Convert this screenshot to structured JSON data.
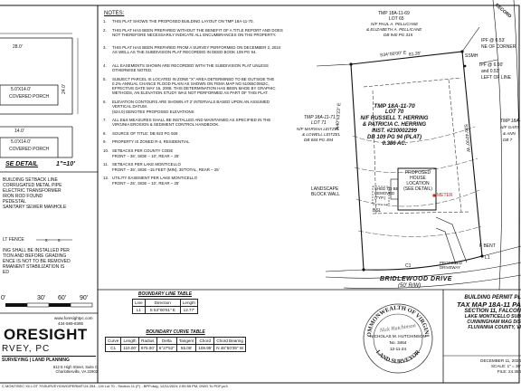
{
  "notes": {
    "title": "NOTES:",
    "items": [
      {
        "num": "1.",
        "text": "THIS PLAT SHOWS THE PROPOSED BUILDING LAYOUT ON TMP 18A-11-70."
      },
      {
        "num": "2.",
        "text": "THIS PLAT HAS BEEN PREPARED WITHOUT THE BENEFIT OF A TITLE REPORT AND DOES NOT THEREFORE NECESSARILY INDICATE ALL ENCUMBRANCES ON THE PROPERTY."
      },
      {
        "num": "3.",
        "text": "THIS PLAT HAS BEEN PREPARED FROM A SURVEY PERFORMED ON DECEMBER 2, 2024 AS WELL AS THE SUBDIVISION PLAT RECORDED IN DEED BOOK 109 PG 94."
      },
      {
        "num": "4.",
        "text": "ALL EASEMENTS SHOWN ARE RECORDED WITH THE SUBDIVISION PLAT UNLESS OTHERWISE NOTED."
      },
      {
        "num": "5.",
        "text": "SUBJECT PARCEL IS LOCATED IN ZONE \"X\" AREA DETERMINED TO BE OUTSIDE THE 0.2% ANNUAL CHANCE FLOOD PLAIN AS SHOWN ON FEMA MAP NO 51065C0062C, EFFECTIVE DATE MAY 16, 2008. THIS DETERMINATION HAS BEEN MADE BY GRAPHIC METHODS, AN ELEVATION STUDY WAS NOT PERFORMED AS PART OF THIS PLAT."
      },
      {
        "num": "6.",
        "text": "ELEVATION CONTOURS ARE SHOWN AT 2' INTERVALS BASED UPON AN ASSUMED VERTICAL DATUM."
      },
      {
        "num": "",
        "text": "(624.0) DENOTES PROPOSED ELEVATIONS"
      },
      {
        "num": "7.",
        "text": "ALL E&S MEASURES SHALL BE INSTALLED AND MAINTAINED AS SPECIFIED IN THE VIRGINIA EROSION & SEDIMENT CONTROL HANDBOOK."
      },
      {
        "num": "8.",
        "text": "SOURCE OF TITLE: DB 923 PG 928"
      },
      {
        "num": "9.",
        "text": "PROPERTY IS ZONED R-4, RESIDENTIAL"
      },
      {
        "num": "10.",
        "text": "SETBACKS PER COUNTY CODE"
      },
      {
        "num": "",
        "text": "FRONT – 35', SIDE – 10', REAR – 25'"
      },
      {
        "num": "11.",
        "text": "SETBACKS PER LAKE MONTICELLO"
      },
      {
        "num": "",
        "text": "FRONT – 35', SIDE –15 FEET (MIN), 35'TOTAL, REAR – 25'"
      },
      {
        "num": "12.",
        "text": "UTILITY EASEMENT PER LAKE MONTICELLO"
      },
      {
        "num": "",
        "text": "FRONT – 25', SIDE – 10', REAR – 25'"
      }
    ]
  },
  "detail": {
    "dim_top": "28.0'",
    "dim_side": "24.0'",
    "porch1": "5.0'X14.0'",
    "porch1_label": "COVERED PORCH",
    "dim_bottom": "14.0'",
    "porch2": "5.0'X14.0'",
    "porch2_label": "COVERED PORCH",
    "title": "SE DETAIL",
    "scale": "1\"=10'"
  },
  "legend": {
    "items": [
      "BUILDING SETBACK LINE",
      "CORRUGATED METAL PIPE",
      "ELECTRIC TRANSFORMER",
      "IRON ROD FOUND",
      "PEDESTAL",
      "SANITARY SEWER MANHOLE"
    ],
    "fence": "LT FENCE",
    "note_lines": [
      "ING SHALL BE INSTALLED PER",
      "TION AND BEFORE GRADING",
      "ENCE IS NOT TO BE REMOVED",
      "RMANENT STABILIZATION IS",
      "ED"
    ]
  },
  "scalebar": {
    "labels": [
      "0'",
      "30'",
      "60'",
      "90'"
    ]
  },
  "firm": {
    "website": "www.foresightpc.com",
    "phone": "434-589-8395",
    "name": "ORESIGHT",
    "sub": "RVEY, PC",
    "services": "SURVEYING | LAND PLANNING",
    "address": "612 E High Street, Suite C   Charlottesville, VA 22902"
  },
  "line_table": {
    "title": "BOUNDARY LINE TABLE",
    "headers": [
      "Line",
      "Direction",
      "Length"
    ],
    "rows": [
      [
        "L1",
        "S 53°00'01\" E",
        "12.77'"
      ]
    ]
  },
  "curve_table": {
    "title": "BOUNDARY CURVE TABLE",
    "headers": [
      "Curve",
      "Length",
      "Radius",
      "Delta",
      "Tangent",
      "Chord",
      "Chord Bearing"
    ],
    "rows": [
      [
        "C1",
        "110.00'",
        "975.00'",
        "6°27'52\"",
        "55.06'",
        "109.95'",
        "N 46°50'39\" W"
      ]
    ]
  },
  "seal": {
    "top": "COMMONWEALTH OF VIRGINIA",
    "name": "NICHOLAS M. HUTCHINSON",
    "lic": "No. 3464",
    "date": "12-11-24",
    "bottom": "LAND SURVEYOR",
    "signature": "Nick Hutchinson"
  },
  "title_block": {
    "lines": [
      "BUILDING PERMIT PL",
      "TAX MAP 18A-11 PA",
      "SECTION 11, FALCON",
      "LAKE MONTICELLO SUB",
      "CUNNINGHAM MAG DIS",
      "FLUVANNA COUNTY, VI"
    ],
    "date": "DECEMBER 11, 2024",
    "scale": "SCALE: 1\" = 30'",
    "file": "FILE: 24.354"
  },
  "plat": {
    "tmp_top": "TMP 18A-11-69",
    "lot_top": "LOT 65",
    "owner_top1": "N/F PAUL A. PELLICANE",
    "owner_top2": "& ELIZABETH A. PELLICANE",
    "db_top": "DB 940 PG 315",
    "record": "RECORD",
    "tmp_left": "TMP 18A-11-71",
    "lot_left": "LOT 71",
    "owner_left1": "N/F MARSHA LEITZEL",
    "owner_left2": "& LOWELL LEITZEL",
    "db_left": "DB 684 PG 494",
    "subj_tmp": "TMP 18A-11-70",
    "subj_lot": "LOT 70",
    "subj_owner1": "N/F RUSSELL T. HERRING",
    "subj_owner2": "& PATRICIA C. HERRING",
    "subj_inst": "INST. #230002299",
    "subj_db": "DB 109 PG 94 (PLAT)",
    "subj_area": "0.386 AC.",
    "house1": "PROPOSED",
    "house2": "HOUSE",
    "house3": "LOCATION",
    "house4": "(SEE DETAIL)",
    "meter": "METER",
    "shed": "SHED TO BE REMOVED (TYP.)",
    "wall": "LANDSCAPE BLOCK WALL",
    "drive_label": "PROPOSED DRIVEWAY",
    "road": "BRIDLEWOOD DRIVE",
    "road_row": "(50' R/W)",
    "bearing_top": "S34°00'00\" E",
    "dist_top": "81.35'",
    "bearing_left": "N40°53'23\" E",
    "bearing_right": "S36°40'00\" W",
    "ipf1": "IPF @ 0.53'",
    "ipf1b": "NE OF CORNER",
    "sshm": "SSMH",
    "ipf2": "IPF @ 6.90'",
    "ipf2b": "and 0.53'",
    "ipf2c": "LEFT OF LINE",
    "tmp_right": "TMP 18A-",
    "owner_right": "N/F GARY",
    "owner_right2": "& ANN",
    "db_right": "DB 7",
    "bsl": "BSL",
    "fence": "F BENT",
    "c1": "C1",
    "l1": "L1"
  },
  "footer": "C MONTISEC XI\\ LOT 70\\SURVEY\\DWG\\PERMIT\\24.354 - LM Lot 70 - Section 11 (F) - BPP.dwg, 12/11/2024 2:59:55 PM, DWG To PDF.pc3"
}
